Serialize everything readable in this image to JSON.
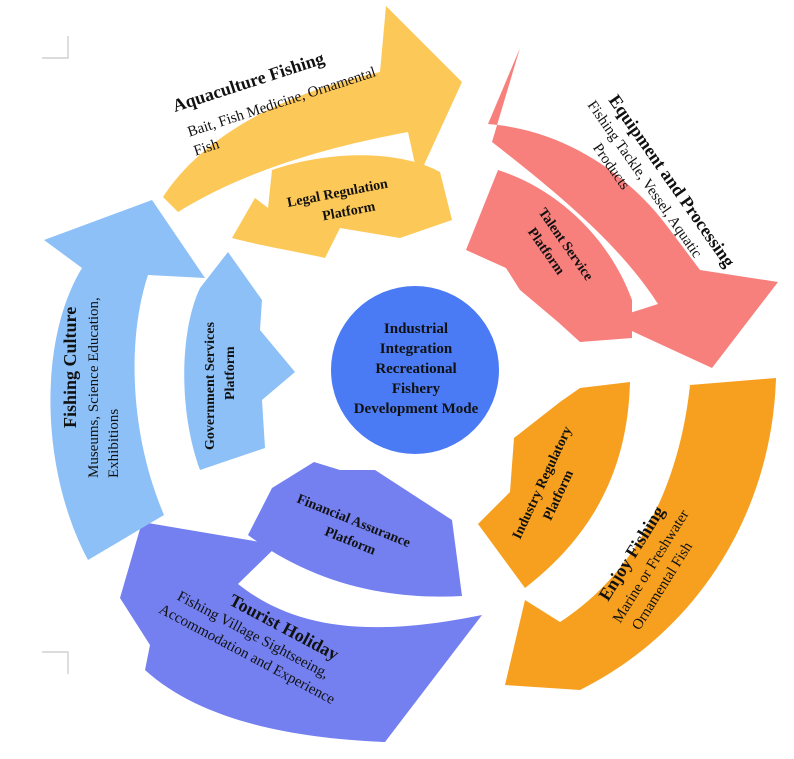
{
  "colors": {
    "aquaculture": "#FCC857",
    "equipment": "#F77F7C",
    "enjoy": "#F7A01F",
    "tourist": "#7480F0",
    "culture": "#8DC0F7",
    "center": "#4A7BF4"
  },
  "center": {
    "lines": [
      "Industrial",
      "Integration",
      "Recreational",
      "Fishery",
      "Development Mode"
    ]
  },
  "outer": {
    "aquaculture": {
      "title": "Aquaculture Fishing",
      "line1": "Bait, Fish Medicine, Ornamental",
      "line2": "Fish"
    },
    "equipment": {
      "title": "Equipment and Processing",
      "line1": "Fishing Tackle, Vessel, Aquatic",
      "line2": "Products"
    },
    "enjoy": {
      "title": "Enjoy Fishing",
      "line1": "Marine or Freshwater",
      "line2": "Ornamental Fish"
    },
    "tourist": {
      "title": "Tourist Holiday",
      "line1": "Fishing Village Sightseeing,",
      "line2": "Accommodation and Experience"
    },
    "culture": {
      "title": "Fishing Culture",
      "line1": "Museums, Science Education,",
      "line2": "Exhibitions"
    }
  },
  "inner": {
    "legal": {
      "line1": "Legal Regulation",
      "line2": "Platform"
    },
    "talent": {
      "line1": "Talent Service",
      "line2": "Platform"
    },
    "industry": {
      "line1": "Industry Regulatory",
      "line2": "Platform"
    },
    "financial": {
      "line1": "Financial Assurance",
      "line2": "Platform"
    },
    "government": {
      "line1": "Government Services",
      "line2": "Platform"
    }
  }
}
